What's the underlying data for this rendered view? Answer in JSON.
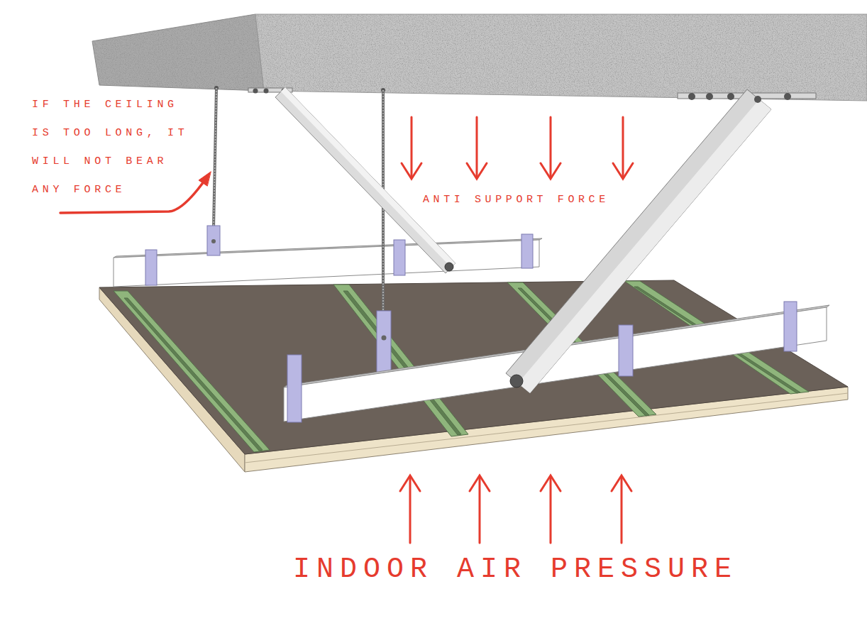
{
  "diagram": {
    "labels": [
      "IF THE CEILING IS TOO LONG, IT WILL NOT BEAR ANY FORCE",
      "ANTI SUPPORT FORCE",
      "INDOOR AIR PRESSURE"
    ]
  }
}
